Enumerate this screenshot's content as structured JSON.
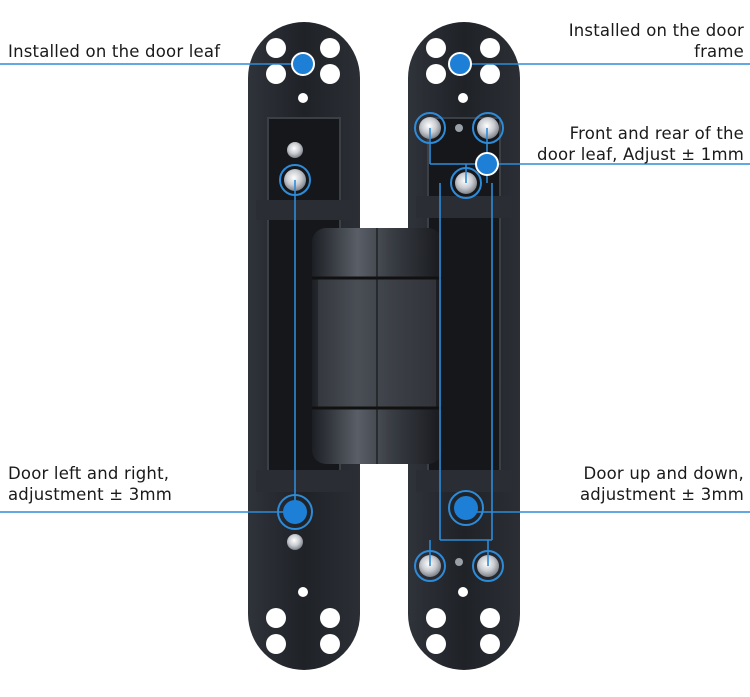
{
  "colors": {
    "background": "#ffffff",
    "hinge_metal": "#262a30",
    "hinge_highlight": "#4a4f57",
    "callout_line": "#2e8bd8",
    "callout_dot": "#1e7fd6",
    "text": "#1a1a1a"
  },
  "labels": {
    "door_leaf": "Installed on the door leaf",
    "door_frame": [
      "Installed on the door",
      "frame"
    ],
    "front_rear": [
      "Front and rear of the",
      "door leaf, Adjust ± 1mm"
    ],
    "left_right": [
      "Door left and right,",
      "adjustment ± 3mm"
    ],
    "up_down": [
      "Door up and down,",
      "adjustment ± 3mm"
    ]
  }
}
